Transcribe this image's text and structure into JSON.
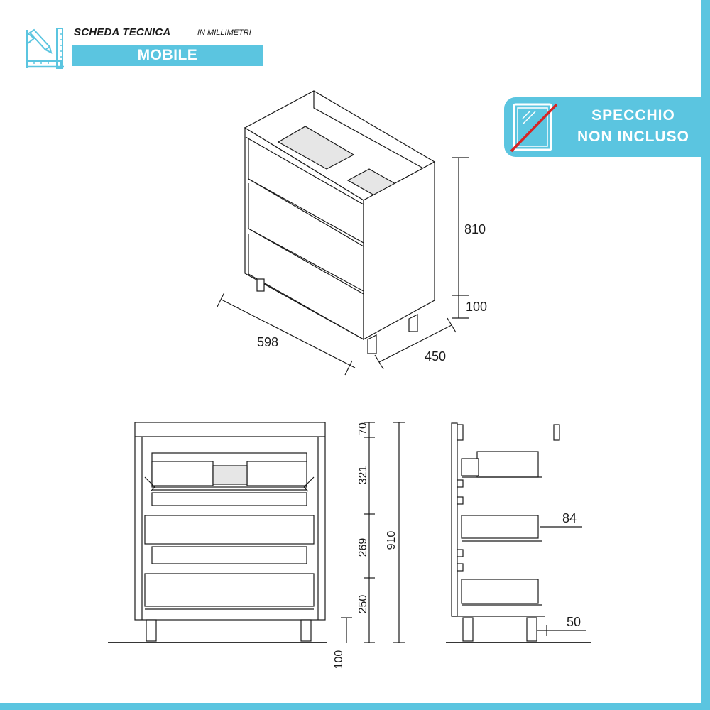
{
  "header": {
    "title": "SCHEDA TECNICA",
    "subtitle": "IN MILLIMETRI",
    "section": "MOBILE",
    "icon": "ruler-pencil-icon"
  },
  "badge": {
    "line1": "SPECCHIO",
    "line2": "NON INCLUSO",
    "icon": "mirror-crossed-icon"
  },
  "colors": {
    "accent": "#5bc5e0",
    "line": "#1a1a1a"
  },
  "dimensions": {
    "iso": {
      "height": "810",
      "legs": "100",
      "width": "598",
      "depth": "450"
    },
    "front": {
      "top": "70",
      "drawer1": "321",
      "drawer2": "269",
      "drawer3": "250",
      "total": "910",
      "legs": "100"
    },
    "side": {
      "drawer_depth": "84",
      "foot": "50"
    }
  }
}
